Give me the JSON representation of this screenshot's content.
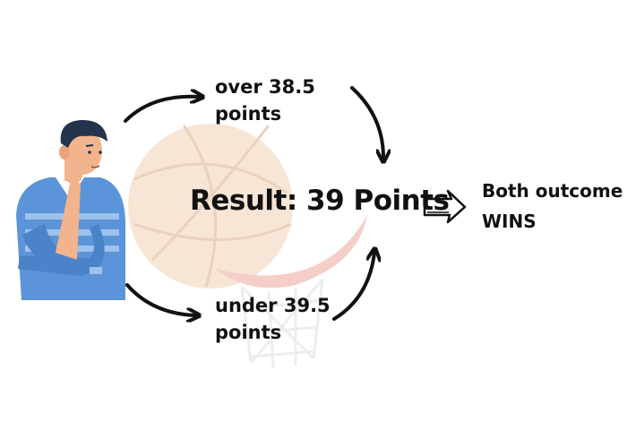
{
  "labels": {
    "over_line1": "over 38.5",
    "over_line2": "points",
    "under_line1": "under 39.5",
    "under_line2": "points",
    "result": "Result: 39 Points",
    "outcome_line1": "Both outcome",
    "outcome_line2": "WINS"
  },
  "colors": {
    "ball": "#f7e3d2",
    "ball_lines": "#e8cdb8",
    "rim": "#f3c9c2",
    "shirt": "#5b94d8",
    "shirt_stripe": "#9dc2ec",
    "skin": "#f2b48c",
    "hair": "#24344d",
    "arrow": "#111111"
  },
  "icons": [
    "thinking-person-icon",
    "basketball-icon",
    "hollow-right-arrow-icon"
  ]
}
